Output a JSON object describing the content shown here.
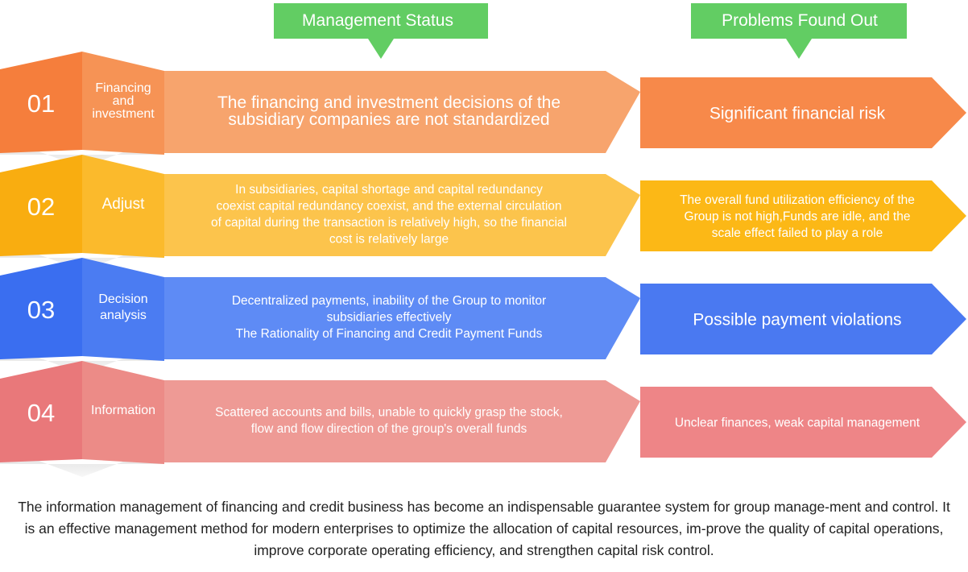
{
  "headers": {
    "management_status": "Management Status",
    "problems_found_out": "Problems Found Out"
  },
  "rows": [
    {
      "number": "01",
      "category": [
        "Financing",
        "and",
        "investment"
      ],
      "status": [
        "The financing and investment decisions of the",
        "subsidiary companies are not standardized"
      ],
      "problem": [
        "Significant financial risk"
      ],
      "colors": {
        "main": "#f7a46d",
        "tab": "#f69355",
        "badge": "#f57e3c",
        "arrow": "#f7894a"
      }
    },
    {
      "number": "02",
      "category": [
        "Adjust"
      ],
      "status": [
        "In subsidiaries, capital shortage and capital redundancy",
        "coexist capital redundancy coexist, and the external circulation",
        "of capital during the transaction is relatively high, so the financial",
        "cost is relatively large"
      ],
      "problem": [
        "The overall fund utilization efficiency of the",
        "Group is not high,Funds are idle, and the",
        "scale effect failed to play a role"
      ],
      "colors": {
        "main": "#fcc44c",
        "tab": "#fbba2c",
        "badge": "#f9ad10",
        "arrow": "#fcb816"
      }
    },
    {
      "number": "03",
      "category": [
        "Decision",
        "analysis"
      ],
      "status": [
        "Decentralized payments, inability of the Group to monitor",
        "subsidiaries effectively",
        "The Rationality of Financing and Credit Payment Funds"
      ],
      "problem": [
        "Possible payment violations"
      ],
      "colors": {
        "main": "#5e8bf5",
        "tab": "#4b7cf2",
        "badge": "#3a6ef0",
        "arrow": "#4a79f1"
      }
    },
    {
      "number": "04",
      "category": [
        "Information"
      ],
      "status": [
        "Scattered accounts and bills, unable to quickly grasp the stock,",
        "flow and flow direction of the group's overall funds"
      ],
      "problem": [
        "Unclear finances, weak capital management"
      ],
      "colors": {
        "main": "#ee9a95",
        "tab": "#ec8b87",
        "badge": "#e9787a",
        "arrow": "#ee8587"
      }
    }
  ],
  "header_color": "#62cd63",
  "footer": {
    "text": "The information management of financing and credit business has become an indispensable guarantee system for group manage-ment and control. It is an effective management method for modern enterprises to optimize the allocation of capital resources, im-prove the quality of capital operations, improve corporate operating efficiency, and strengthen capital risk control."
  }
}
